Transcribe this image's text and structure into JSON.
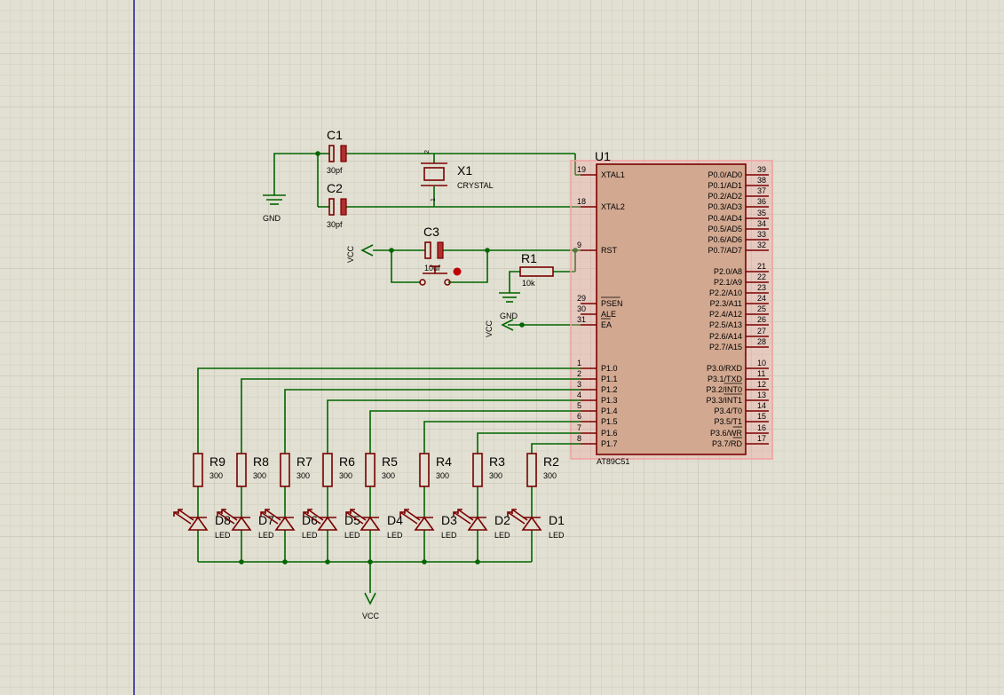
{
  "title": "",
  "chip": {
    "ref": "U1",
    "part": "AT89C51",
    "left_pins": [
      {
        "num": "19",
        "name": "XTAL1"
      },
      {
        "num": "18",
        "name": "XTAL2"
      },
      {
        "num": "9",
        "name": "RST"
      },
      {
        "num": "29",
        "name": "PSEN"
      },
      {
        "num": "30",
        "name": "ALE"
      },
      {
        "num": "31",
        "name": "EA"
      },
      {
        "num": "1",
        "name": "P1.0"
      },
      {
        "num": "2",
        "name": "P1.1"
      },
      {
        "num": "3",
        "name": "P1.2"
      },
      {
        "num": "4",
        "name": "P1.3"
      },
      {
        "num": "5",
        "name": "P1.4"
      },
      {
        "num": "6",
        "name": "P1.5"
      },
      {
        "num": "7",
        "name": "P1.6"
      },
      {
        "num": "8",
        "name": "P1.7"
      }
    ],
    "right_pins": [
      {
        "num": "39",
        "name": "P0.0/AD0"
      },
      {
        "num": "38",
        "name": "P0.1/AD1"
      },
      {
        "num": "37",
        "name": "P0.2/AD2"
      },
      {
        "num": "36",
        "name": "P0.3/AD3"
      },
      {
        "num": "35",
        "name": "P0.4/AD4"
      },
      {
        "num": "34",
        "name": "P0.5/AD5"
      },
      {
        "num": "33",
        "name": "P0.6/AD6"
      },
      {
        "num": "32",
        "name": "P0.7/AD7"
      },
      {
        "num": "21",
        "name": "P2.0/A8"
      },
      {
        "num": "22",
        "name": "P2.1/A9"
      },
      {
        "num": "23",
        "name": "P2.2/A10"
      },
      {
        "num": "24",
        "name": "P2.3/A11"
      },
      {
        "num": "25",
        "name": "P2.4/A12"
      },
      {
        "num": "26",
        "name": "P2.5/A13"
      },
      {
        "num": "27",
        "name": "P2.6/A14"
      },
      {
        "num": "28",
        "name": "P2.7/A15"
      },
      {
        "num": "10",
        "name": "P3.0/RXD"
      },
      {
        "num": "11",
        "name": "P3.1/TXD"
      },
      {
        "num": "12",
        "name": "P3.2/INT0"
      },
      {
        "num": "13",
        "name": "P3.3/INT1"
      },
      {
        "num": "14",
        "name": "P3.4/T0"
      },
      {
        "num": "15",
        "name": "P3.5/T1"
      },
      {
        "num": "16",
        "name": "P3.6/WR"
      },
      {
        "num": "17",
        "name": "P3.7/RD"
      }
    ]
  },
  "crystal": {
    "ref": "X1",
    "value": "CRYSTAL",
    "pin_top": "2",
    "pin_bottom": "1"
  },
  "capacitors": [
    {
      "ref": "C1",
      "value": "30pf"
    },
    {
      "ref": "C2",
      "value": "30pf"
    },
    {
      "ref": "C3",
      "value": "10uf"
    }
  ],
  "reset_resistor": {
    "ref": "R1",
    "value": "10k"
  },
  "resistors": [
    {
      "ref": "R9",
      "value": "300"
    },
    {
      "ref": "R8",
      "value": "300"
    },
    {
      "ref": "R7",
      "value": "300"
    },
    {
      "ref": "R6",
      "value": "300"
    },
    {
      "ref": "R5",
      "value": "300"
    },
    {
      "ref": "R4",
      "value": "300"
    },
    {
      "ref": "R3",
      "value": "300"
    },
    {
      "ref": "R2",
      "value": "300"
    }
  ],
  "leds": [
    {
      "ref": "D8",
      "value": "LED"
    },
    {
      "ref": "D7",
      "value": "LED"
    },
    {
      "ref": "D6",
      "value": "LED"
    },
    {
      "ref": "D5",
      "value": "LED"
    },
    {
      "ref": "D4",
      "value": "LED"
    },
    {
      "ref": "D3",
      "value": "LED"
    },
    {
      "ref": "D2",
      "value": "LED"
    },
    {
      "ref": "D1",
      "value": "LED"
    }
  ],
  "power": {
    "gnd_crystal": "GND",
    "gnd_reset": "GND",
    "vcc_reset": "VCC",
    "vcc_ea": "VCC",
    "vcc_led": "VCC"
  },
  "colors": {
    "background": "#e1e0d2",
    "grid_minor": "#cfcebf",
    "grid_major": "#bdbcac",
    "wire": "#006400",
    "component": "#7a0000",
    "chip_fill": "#d2a890",
    "selection": "#f0a0a0",
    "margin_line": "#1a1aa0"
  }
}
